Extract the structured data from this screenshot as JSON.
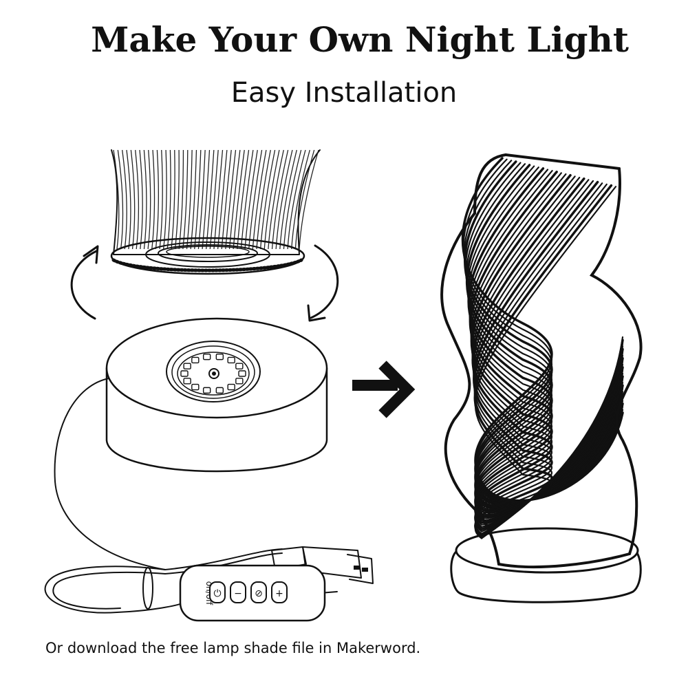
{
  "header": {
    "title": "Make Your Own Night Light",
    "subtitle": "Easy Installation"
  },
  "footer": {
    "note": "Or download the free lamp shade file in Makerword."
  },
  "controller": {
    "switch_label": "on/off",
    "button_symbols": [
      "⏻",
      "−",
      "⊘",
      "+"
    ]
  },
  "icons": {
    "rotate_arrows": "rotate-arrows-icon",
    "arrow": "right-arrow-icon"
  }
}
